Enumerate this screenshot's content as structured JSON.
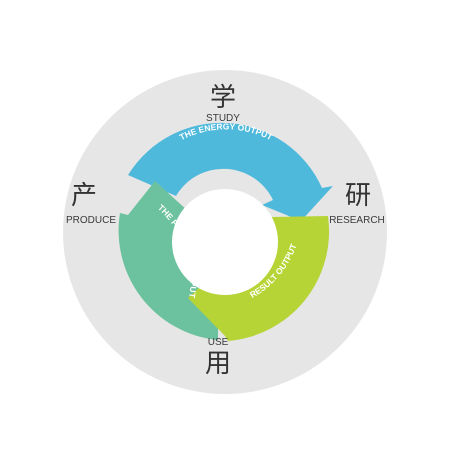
{
  "labels": {
    "study": {
      "cn": "学",
      "en": "STUDY"
    },
    "research": {
      "cn": "研",
      "en": "RESEARCH"
    },
    "use": {
      "cn": "用",
      "en": "USE"
    },
    "produce": {
      "cn": "产",
      "en": "PRODUCE"
    }
  },
  "arrows": {
    "energy": {
      "text": "THE ENERGY OUTPUT",
      "color": "#4fb9dc"
    },
    "result": {
      "text": "RESULT OUTPUT",
      "color": "#b7d437"
    },
    "product": {
      "text": "THE PRODUCT OUTPUT",
      "color": "#6cc29e"
    }
  },
  "colors": {
    "background_disc": "#e6e6e6",
    "inner_circle": "#ffffff"
  }
}
